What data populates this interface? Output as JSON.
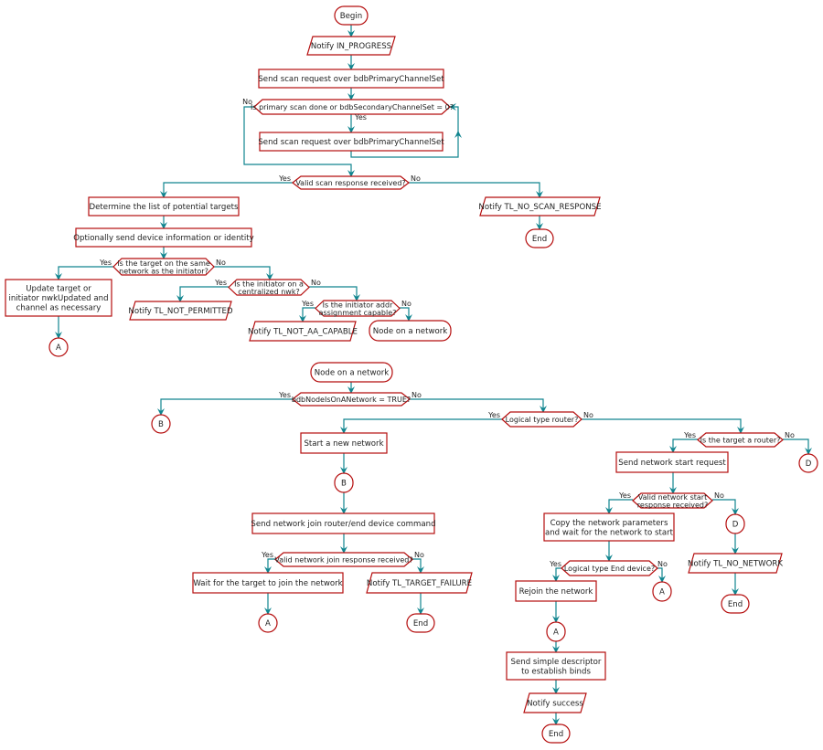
{
  "colors": {
    "node_border": "#b50d0d",
    "arrow": "#10858f",
    "text": "#222222"
  },
  "nodes": {
    "begin": [
      "Begin"
    ],
    "notify_in_progress": [
      "Notify IN_PROGRESS"
    ],
    "scan1": [
      "Send scan request over bdbPrimaryChannelSet"
    ],
    "d_primary_done": [
      "Is primary scan done or bdbSecondaryChannelSet = 0?"
    ],
    "scan2": [
      "Send scan request over bdbPrimaryChannelSet"
    ],
    "d_valid_scan": [
      "Valid scan response received?"
    ],
    "determine": [
      "Determine the list of potential targets"
    ],
    "notify_no_scan": [
      "Notify TL_NO_SCAN_RESPONSE"
    ],
    "end1": [
      "End"
    ],
    "optionally": [
      "Optionally send device information or identity"
    ],
    "d_same_network": [
      "Is the target on the same",
      "network as the initiator?"
    ],
    "update_target": [
      "Update target or",
      "initiator nwkUpdated and",
      "channel as necessary"
    ],
    "a1": [
      "A"
    ],
    "d_centralized": [
      "Is the initiator on a",
      "centralized nwk?"
    ],
    "notify_not_permitted": [
      "Notify TL_NOT_PERMITTED"
    ],
    "d_addr_capable": [
      "Is the initiator addr",
      "assignment capable?"
    ],
    "notify_not_aa": [
      "Notify TL_NOT_AA_CAPABLE"
    ],
    "node_on_network1": [
      "Node on a network"
    ],
    "node_on_network2": [
      "Node on a network"
    ],
    "d_on_network": [
      "bdbNodeIsOnANetwork = TRUE?"
    ],
    "b1": [
      "B"
    ],
    "d_router": [
      "Logical type router?"
    ],
    "start_new": [
      "Start a new network"
    ],
    "b2": [
      "B"
    ],
    "send_join": [
      "Send network join router/end device command"
    ],
    "d_join_resp": [
      "Valid network join response received?"
    ],
    "wait_join": [
      "Wait for the target to join the network"
    ],
    "notify_target_failure": [
      "Notify TL_TARGET_FAILURE"
    ],
    "a2": [
      "A"
    ],
    "end2": [
      "End"
    ],
    "d_target_router": [
      "Is the target a router?"
    ],
    "send_start": [
      "Send network start request"
    ],
    "d1": [
      "D"
    ],
    "d_start_resp": [
      "Valid network start",
      "response received?"
    ],
    "copy_params": [
      "Copy the network parameters",
      "and wait for the network to start"
    ],
    "d2": [
      "D"
    ],
    "d_end_device": [
      "Logical type End device?"
    ],
    "rejoin": [
      "Rejoin the network"
    ],
    "a3": [
      "A"
    ],
    "notify_no_network": [
      "Notify TL_NO_NETWORK"
    ],
    "end3": [
      "End"
    ],
    "a4": [
      "A"
    ],
    "send_descriptor": [
      "Send simple descriptor",
      "to establish binds"
    ],
    "notify_success": [
      "Notify success"
    ],
    "end4": [
      "End"
    ]
  },
  "branch_labels": {
    "yes": "Yes",
    "no": "No"
  }
}
